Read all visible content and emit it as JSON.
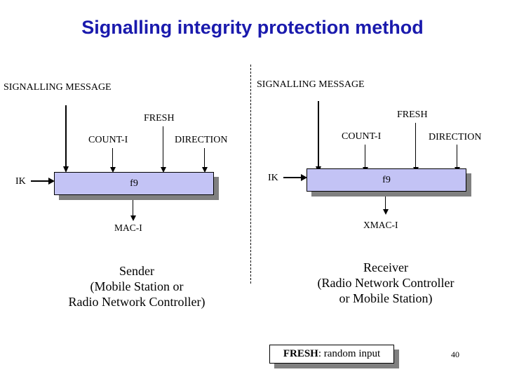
{
  "slide": {
    "title": "Signalling integrity protection method",
    "title_color": "#1a1aad",
    "background": "#ffffff",
    "page_number": "40"
  },
  "sender": {
    "signalling_message_label": "SIGNALLING MESSAGE",
    "count_label": "COUNT-I",
    "fresh_label": "FRESH",
    "direction_label": "DIRECTION",
    "ik_label": "IK",
    "function_label": "f9",
    "output_label": "MAC-I",
    "caption_line1": "Sender",
    "caption_line2": "(Mobile Station or",
    "caption_line3": "Radio Network Controller)"
  },
  "receiver": {
    "signalling_message_label": "SIGNALLING MESSAGE",
    "count_label": "COUNT-I",
    "fresh_label": "FRESH",
    "direction_label": "DIRECTION",
    "ik_label": "IK",
    "function_label": "f9",
    "output_label": "XMAC-I",
    "caption_line1": "Receiver",
    "caption_line2": "(Radio Network Controller",
    "caption_line3": "or Mobile Station)"
  },
  "legend": {
    "term": "FRESH",
    "definition": ": random input"
  },
  "style": {
    "box_fill": "#c3c3f5",
    "box_border": "#000000",
    "shadow": "#808080"
  }
}
